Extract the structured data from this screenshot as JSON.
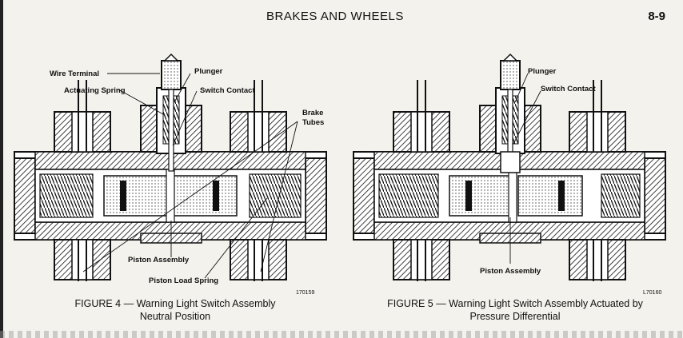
{
  "header": {
    "title": "BRAKES AND WHEELS",
    "page_number": "8-9"
  },
  "figure4": {
    "labels": {
      "wire_terminal": "Wire Terminal",
      "actuating_spring": "Actuating Spring",
      "plunger": "Plunger",
      "switch_contact": "Switch Contact",
      "brake_tubes_1": "Brake",
      "brake_tubes_2": "Tubes",
      "piston_assembly": "Piston Assembly",
      "piston_load_spring": "Piston Load Spring"
    },
    "code": "170159",
    "caption_line1": "FIGURE 4 — Warning Light Switch Assembly",
    "caption_line2": "Neutral Position"
  },
  "figure5": {
    "labels": {
      "plunger": "Plunger",
      "switch_contact": "Switch Contact",
      "piston_assembly": "Piston Assembly"
    },
    "code": "L70160",
    "caption_line1": "FIGURE 5 — Warning Light Switch Assembly Actuated by",
    "caption_line2": "Pressure Differential"
  }
}
